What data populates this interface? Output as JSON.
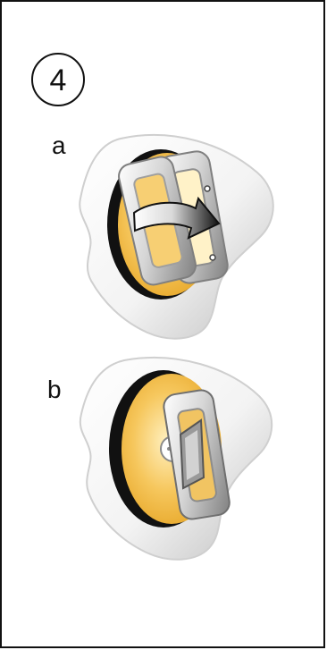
{
  "step": {
    "number": "4"
  },
  "substeps": [
    {
      "label": "a"
    },
    {
      "label": "b"
    }
  ],
  "colors": {
    "border": "#111111",
    "earpiece": "#f0f0f0",
    "earpiece_shadow": "#cfcfcf",
    "yellow": "#f6c75d",
    "yellow_dark": "#e8a92c",
    "black_ring": "#111111",
    "frame": "#d8d8d8",
    "frame_dark": "#8c8c8c"
  },
  "icons": [
    "earpiece-a-illustration",
    "rotate-arrow-icon",
    "earpiece-b-illustration"
  ]
}
